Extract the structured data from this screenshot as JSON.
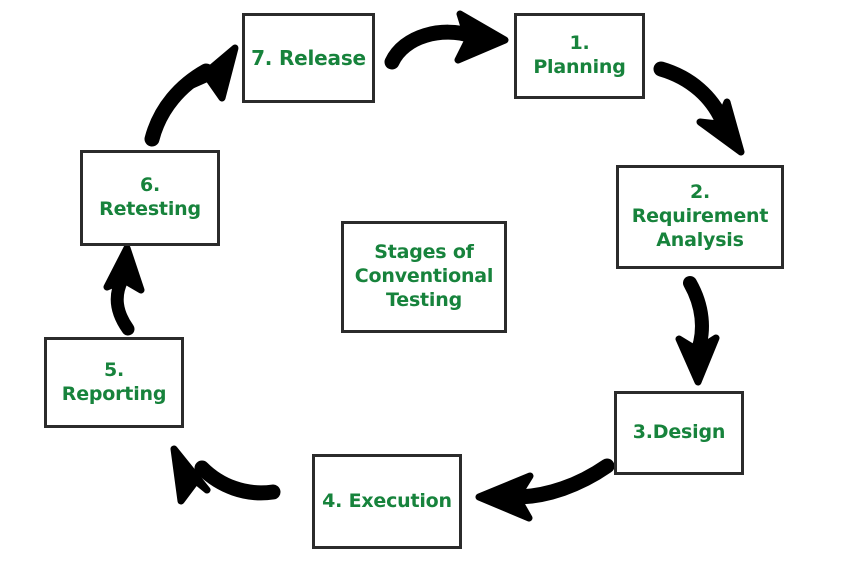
{
  "diagram": {
    "title": "Stages of Conventional Testing",
    "type": "cycle-flowchart",
    "background_color": "#ffffff",
    "node_text_color": "#17833c",
    "node_border_color": "#2b2b2b",
    "arrow_color": "#000000",
    "center": {
      "label": "Stages of\nConventional\nTesting"
    },
    "nodes": [
      {
        "id": "planning",
        "label": "1. Planning"
      },
      {
        "id": "requirement",
        "label": "2. Requirement\nAnalysis"
      },
      {
        "id": "design",
        "label": "3.Design"
      },
      {
        "id": "execution",
        "label": "4. Execution"
      },
      {
        "id": "reporting",
        "label": "5. Reporting"
      },
      {
        "id": "retesting",
        "label": "6. Retesting"
      },
      {
        "id": "release",
        "label": "7. Release"
      }
    ],
    "connections": [
      {
        "from": "release",
        "to": "planning",
        "name": "arrow-release-to-planning"
      },
      {
        "from": "planning",
        "to": "requirement",
        "name": "arrow-planning-to-requirement"
      },
      {
        "from": "requirement",
        "to": "design",
        "name": "arrow-requirement-to-design"
      },
      {
        "from": "design",
        "to": "execution",
        "name": "arrow-design-to-execution"
      },
      {
        "from": "execution",
        "to": "reporting",
        "name": "arrow-execution-to-reporting"
      },
      {
        "from": "reporting",
        "to": "retesting",
        "name": "arrow-reporting-to-retesting"
      },
      {
        "from": "retesting",
        "to": "release",
        "name": "arrow-retesting-to-release"
      }
    ]
  }
}
